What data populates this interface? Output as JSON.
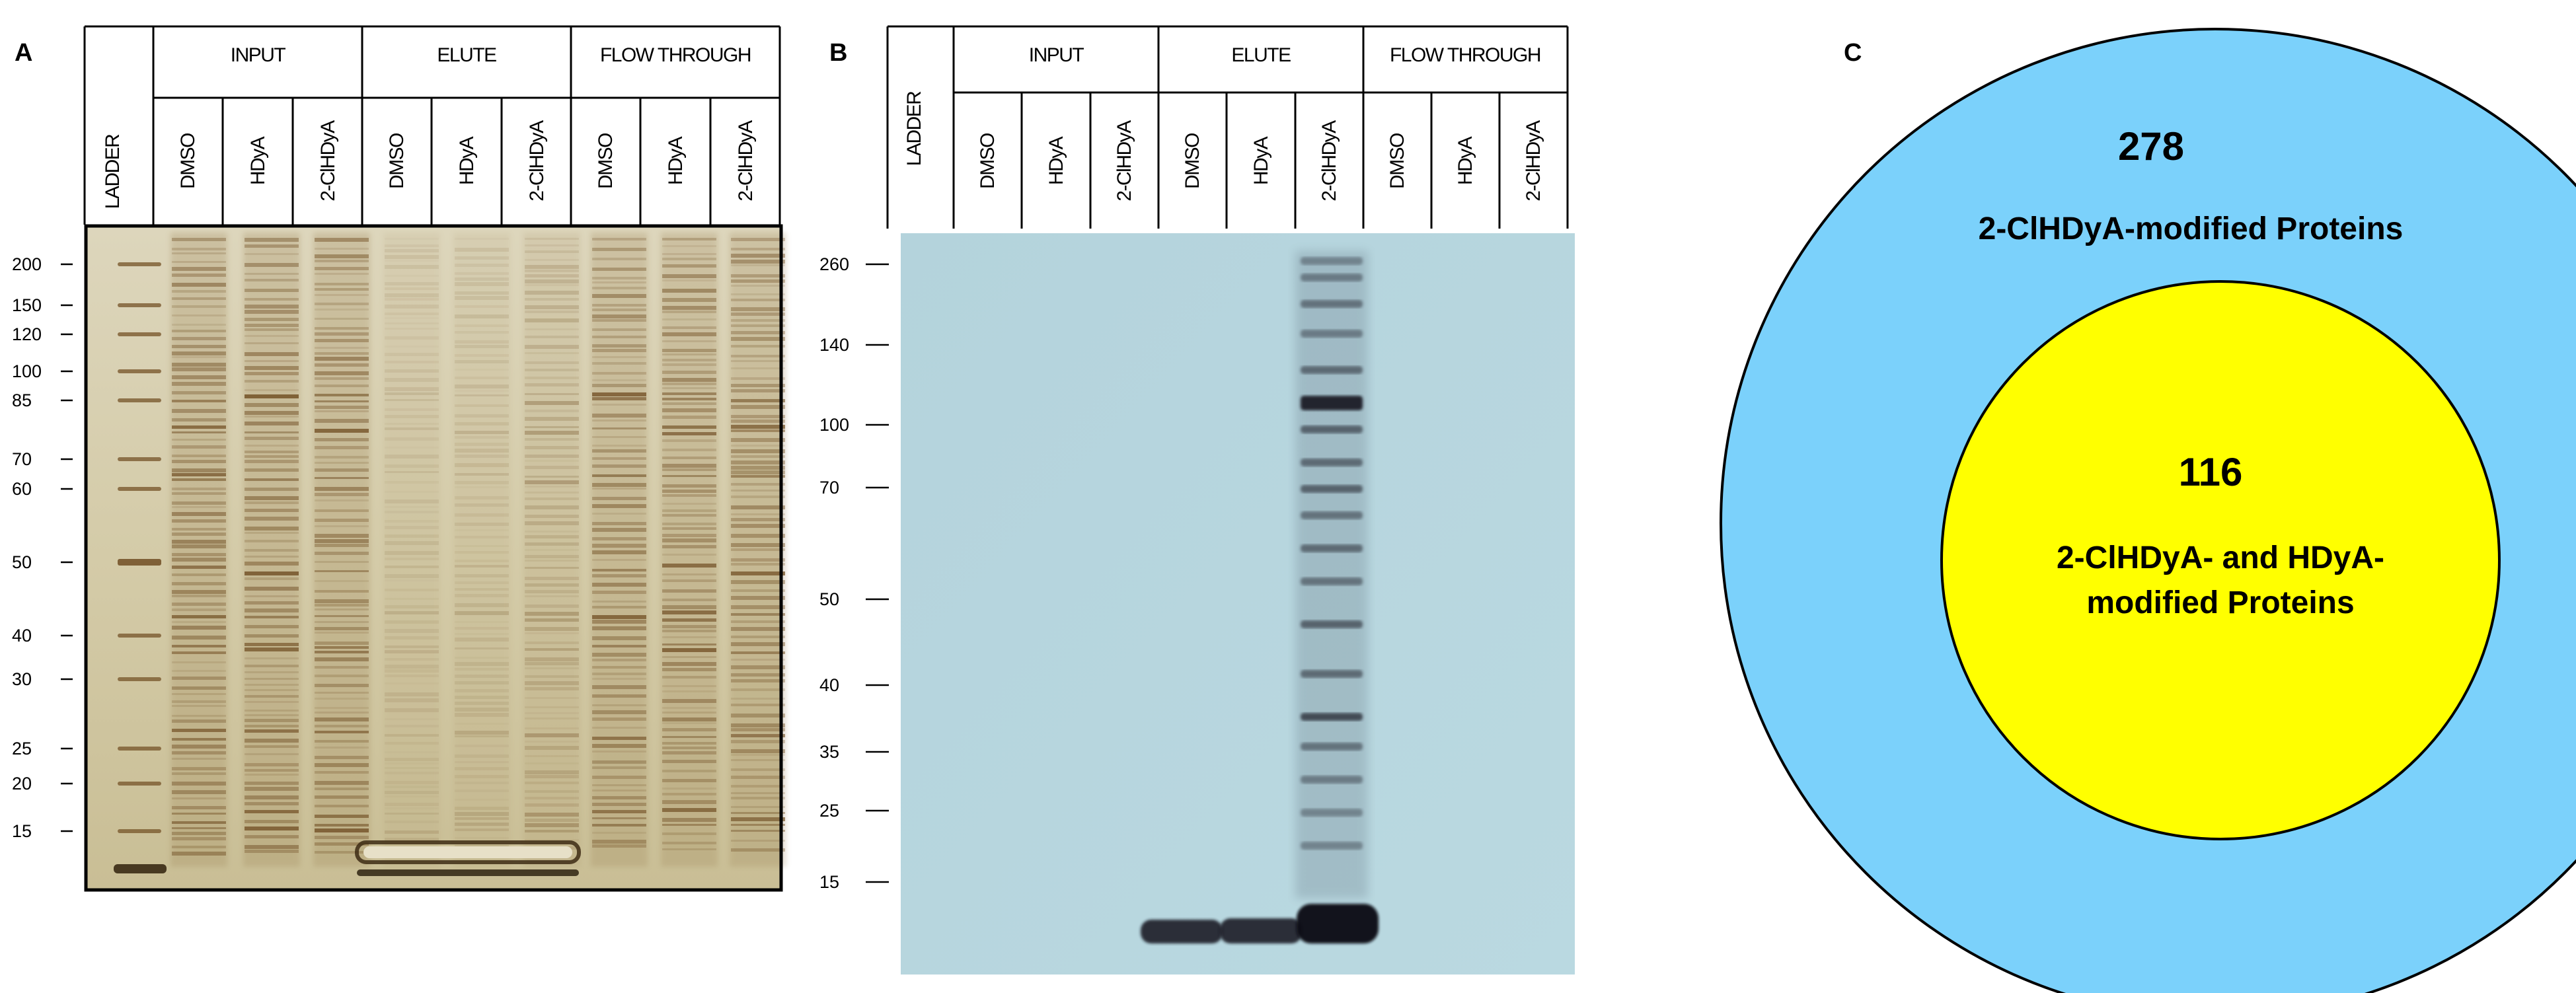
{
  "panel_a": {
    "label": "A",
    "ladder_label": "LADDER",
    "groups": [
      "INPUT",
      "ELUTE",
      "FLOW THROUGH"
    ],
    "lanes": [
      "DMSO",
      "HDyA",
      "2-ClHDyA",
      "DMSO",
      "HDyA",
      "2-ClHDyA",
      "DMSO",
      "HDyA",
      "2-ClHDyA"
    ],
    "markers": [
      "200",
      "150",
      "120",
      "100",
      "85",
      "70",
      "60",
      "50",
      "40",
      "30",
      "25",
      "20",
      "15"
    ]
  },
  "panel_b": {
    "label": "B",
    "ladder_label": "LADDER",
    "groups": [
      "INPUT",
      "ELUTE",
      "FLOW THROUGH"
    ],
    "lanes": [
      "DMSO",
      "HDyA",
      "2-ClHDyA",
      "DMSO",
      "HDyA",
      "2-ClHDyA",
      "DMSO",
      "HDyA",
      "2-ClHDyA"
    ],
    "markers": [
      "260",
      "140",
      "100",
      "70",
      "50",
      "40",
      "35",
      "25",
      "15"
    ]
  },
  "panel_c": {
    "label": "C",
    "outer": {
      "count": "278",
      "label": "2-ClHDyA-modified Proteins",
      "color": "#7bd1fb"
    },
    "inner": {
      "count": "116",
      "label_line1": "2-ClHDyA- and HDyA-",
      "label_line2": "modified Proteins",
      "color": "#ffff00"
    }
  },
  "colors": {
    "gel_background": "#d6ceae",
    "gel_band": "#7a5a30",
    "blot_background": "#b6d7df",
    "blot_band": "#1a1f28"
  }
}
